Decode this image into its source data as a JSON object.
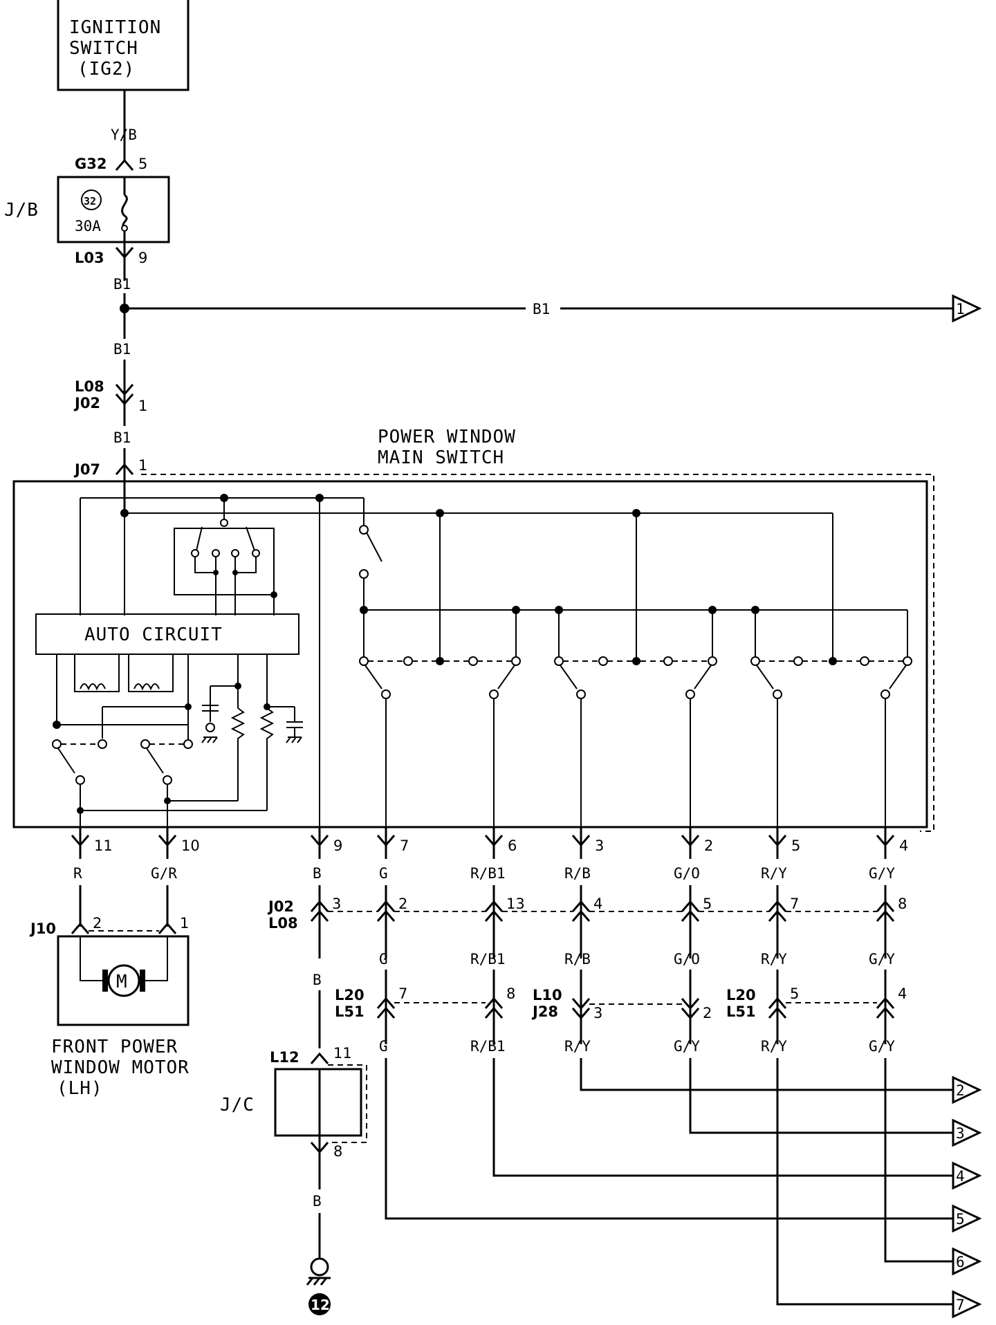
{
  "components": {
    "ignition_switch": [
      "IGNITION",
      "SWITCH",
      "(IG2)"
    ],
    "jb_label": "J/B",
    "fuse_number": "32",
    "fuse_rating": "30A",
    "main_switch": [
      "POWER WINDOW",
      "MAIN SWITCH"
    ],
    "auto_circuit": "AUTO CIRCUIT",
    "motor_symbol": "M",
    "front_motor": [
      "FRONT POWER",
      "WINDOW MOTOR",
      "(LH)"
    ],
    "jc_label": "J/C",
    "ground_number": "12"
  },
  "connectors": {
    "g32": "G32",
    "l03": "L03",
    "l08_a": "L08",
    "j02_a": "J02",
    "j07": "J07",
    "j10": "J10",
    "j02_b": "J02",
    "l08_b": "L08",
    "l20_a": "L20",
    "l51_a": "L51",
    "l10": "L10",
    "j28": "J28",
    "l20_b": "L20",
    "l51_b": "L51",
    "l12": "L12"
  },
  "pins": {
    "g32": "5",
    "l03": "9",
    "j02_l08_top": "1",
    "j07": "1",
    "sw": [
      "11",
      "10",
      "9",
      "7",
      "6",
      "3",
      "2",
      "5",
      "4"
    ],
    "j10": [
      "2",
      "1"
    ],
    "j02_l08": [
      "3",
      "2",
      "13",
      "4",
      "5",
      "7",
      "8"
    ],
    "l20_l51_a": [
      "7",
      "8"
    ],
    "l10_j28": [
      "3",
      "2"
    ],
    "l20_l51_b": [
      "5",
      "4"
    ],
    "l12": "11",
    "jc_out": "8"
  },
  "wires": {
    "top": "Y/B",
    "b1_a": "B1",
    "b1_h": "B1",
    "b1_b": "B1",
    "b1_c": "B1",
    "sw_out": [
      "R",
      "G/R",
      "B",
      "G",
      "R/B1",
      "R/B",
      "G/O",
      "R/Y",
      "G/Y"
    ],
    "mid": [
      "B",
      "G",
      "R/B1",
      "R/B",
      "G/O",
      "R/Y",
      "G/Y"
    ],
    "low": [
      "G",
      "R/B1",
      "R/Y",
      "G/Y",
      "R/Y",
      "G/Y"
    ],
    "ground_wire": "B"
  },
  "outputs": [
    "1",
    "2",
    "3",
    "4",
    "5",
    "6",
    "7"
  ]
}
